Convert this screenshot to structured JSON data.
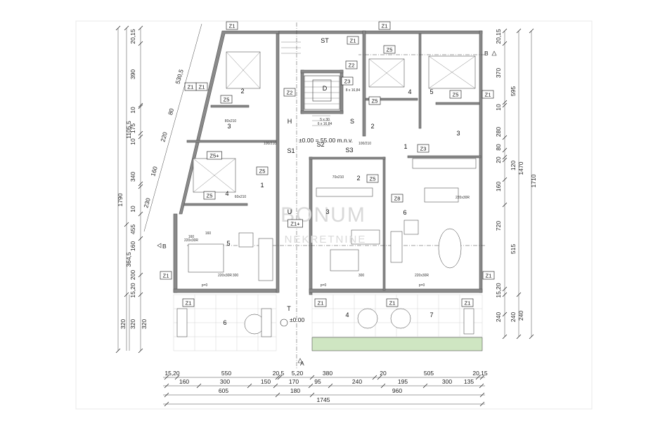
{
  "watermark": {
    "line1": "BONUM",
    "line2": "NEKRETNINE"
  },
  "level_note": "±0.00 = 55.00 m.n.v.",
  "terrace_level": "±0.00",
  "section_marks": {
    "a": "A",
    "b": "B"
  },
  "rooms": [
    {
      "label": "ST"
    },
    {
      "label": "D"
    },
    {
      "label": "H"
    },
    {
      "label": "S"
    },
    {
      "label": "S1"
    },
    {
      "label": "S2"
    },
    {
      "label": "S3"
    },
    {
      "label": "2"
    },
    {
      "label": "3"
    },
    {
      "label": "4"
    },
    {
      "label": "1"
    },
    {
      "label": "5"
    },
    {
      "label": "U"
    },
    {
      "label": "T"
    },
    {
      "label": "6"
    },
    {
      "label": "4"
    },
    {
      "label": "5"
    },
    {
      "label": "2"
    },
    {
      "label": "3"
    },
    {
      "label": "1"
    },
    {
      "label": "6"
    },
    {
      "label": "2"
    },
    {
      "label": "3"
    },
    {
      "label": "4"
    },
    {
      "label": "7"
    }
  ],
  "tags": [
    "Z1",
    "Z1",
    "ST",
    "Z1",
    "Z1",
    "Z2",
    "Z5",
    "Z2",
    "Z5",
    "Z3",
    "Z5",
    "Z1",
    "Z5",
    "Z3",
    "Z5+",
    "Z5",
    "Z5",
    "Z5",
    "Z8",
    "Z1+",
    "Z1",
    "Z1",
    "Z1",
    "Z1",
    "Z1",
    "Z1",
    "Z1",
    "Z1",
    "Z1",
    "Z1"
  ],
  "left_dims": {
    "outer": "1790",
    "mid": [
      "1105,5",
      "364,5"
    ],
    "inner": [
      "20,15",
      "390",
      "10",
      "175",
      "10",
      "340",
      "10",
      "455",
      "160",
      "200",
      "15,20",
      "320"
    ],
    "inner2": [
      "320",
      "320"
    ]
  },
  "diag_dims": [
    "530,5",
    "80",
    "220",
    "160",
    "230"
  ],
  "right_dims": {
    "outer": "1710",
    "mid": [
      "1470",
      "240"
    ],
    "inner": [
      "20,15",
      "370",
      "595",
      "10",
      "280",
      "80",
      "120",
      "20",
      "160",
      "720",
      "515",
      "15,20",
      "240",
      "240"
    ]
  },
  "bottom_dims": {
    "row1": [
      "15,20",
      "550",
      "20,5",
      "5,20",
      "380",
      "20",
      "505",
      "20,15"
    ],
    "row2": [
      "160",
      "300",
      "150",
      "170",
      "95",
      "240",
      "195",
      "300",
      "135"
    ],
    "row3": [
      "605",
      "180",
      "960"
    ],
    "row4": [
      "1745"
    ]
  },
  "small_labels": [
    "100/210",
    "100/210",
    "100/210",
    "160",
    "220x30R",
    "80x210",
    "70x210",
    "60x210",
    "220x30R",
    "300",
    "220x30R",
    "300",
    "220x30R",
    "160",
    "5 x 30",
    "6 x 16,84",
    "8 x 16,84",
    "p=0",
    "p=0",
    "p=0"
  ]
}
